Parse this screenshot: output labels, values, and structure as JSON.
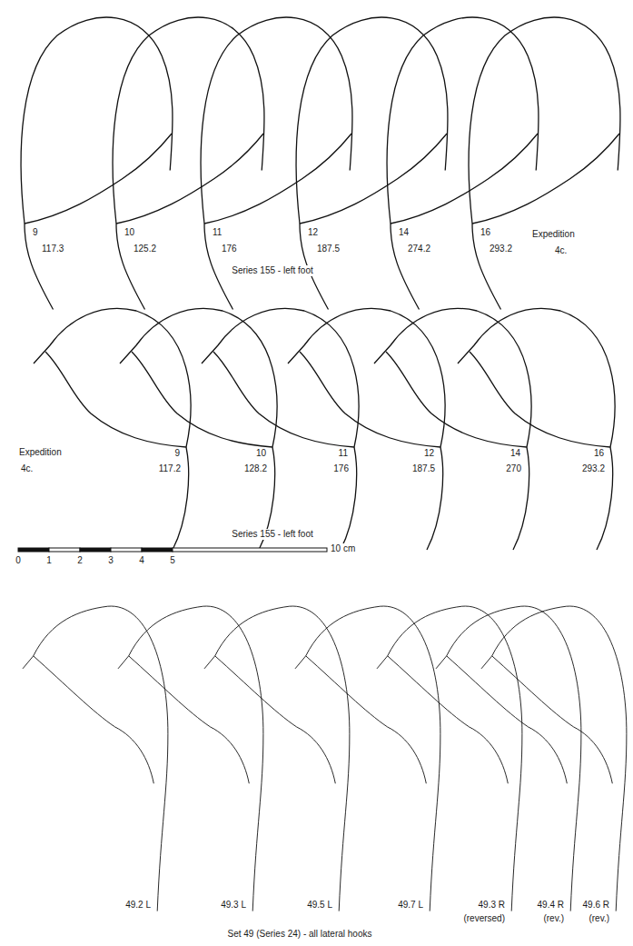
{
  "diagram": {
    "labels": [
      "9",
      "117.3",
      "10",
      "125.2",
      "11",
      "176",
      "12",
      "187.5",
      "14",
      "274.2",
      "16",
      "293.2",
      "Expedition",
      "4c.",
      "Series 155 - left foot",
      "Expedition",
      "4c.",
      "9",
      "117.2",
      "10",
      "128.2",
      "11",
      "176",
      "12",
      "187.5",
      "14",
      "270",
      "16",
      "293.2",
      "Series 155 - left foot",
      "0",
      "1",
      "2",
      "3",
      "4",
      "5",
      "10 cm",
      "49.2 L",
      "49.3 L",
      "49.5 L",
      "49.7 L",
      "49.3 R",
      "(reversed)",
      "49.4 R",
      "(rev.)",
      "49.6 R",
      "(rev.)",
      "Set 49 (Series 24) - all lateral hooks"
    ]
  }
}
